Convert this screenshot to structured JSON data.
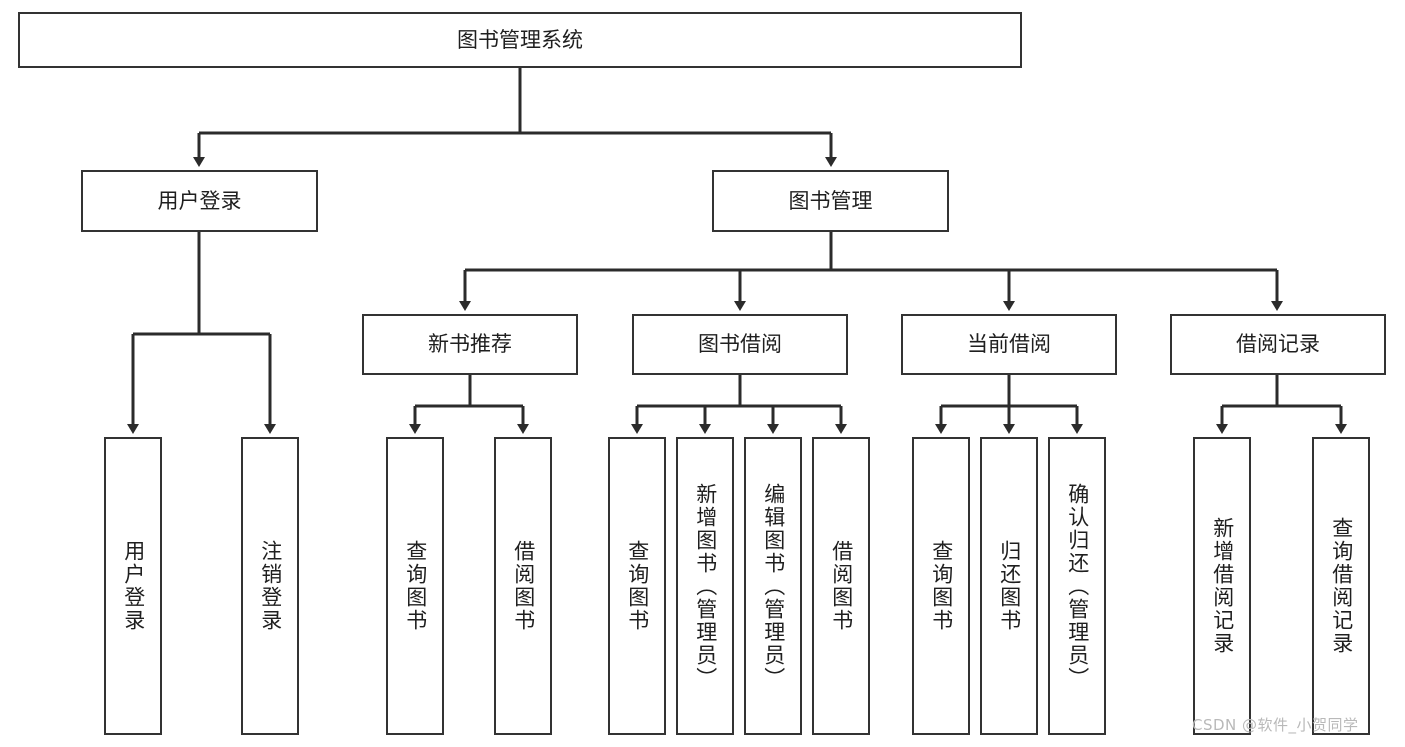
{
  "diagram": {
    "type": "tree",
    "title": "图书管理系统",
    "root": {
      "id": "root",
      "label": "图书管理系统"
    },
    "level2": [
      {
        "id": "user-login",
        "label": "用户登录"
      },
      {
        "id": "book-manage",
        "label": "图书管理"
      }
    ],
    "level3": [
      {
        "id": "new-book-recommend",
        "label": "新书推荐"
      },
      {
        "id": "book-borrow",
        "label": "图书借阅"
      },
      {
        "id": "current-borrow",
        "label": "当前借阅"
      },
      {
        "id": "borrow-record",
        "label": "借阅记录"
      }
    ],
    "leaves": {
      "user_login": [
        {
          "id": "leaf-user-login",
          "label": "用户登录"
        },
        {
          "id": "leaf-logout-login",
          "label": "注销登录"
        }
      ],
      "new_book_recommend": [
        {
          "id": "leaf-query-book-1",
          "label": "查询图书"
        },
        {
          "id": "leaf-borrow-book-1",
          "label": "借阅图书"
        }
      ],
      "book_borrow": [
        {
          "id": "leaf-query-book-2",
          "label": "查询图书"
        },
        {
          "id": "leaf-add-book",
          "label": "新增图书（管理员）"
        },
        {
          "id": "leaf-edit-book",
          "label": "编辑图书（管理员）"
        },
        {
          "id": "leaf-borrow-book-2",
          "label": "借阅图书"
        }
      ],
      "current_borrow": [
        {
          "id": "leaf-query-book-3",
          "label": "查询图书"
        },
        {
          "id": "leaf-return-book",
          "label": "归还图书"
        },
        {
          "id": "leaf-confirm-return",
          "label": "确认归还（管理员）"
        }
      ],
      "borrow_record": [
        {
          "id": "leaf-add-record",
          "label": "新增借阅记录"
        },
        {
          "id": "leaf-query-record",
          "label": "查询借阅记录"
        }
      ]
    },
    "colors": {
      "stroke": "#333333",
      "fill": "#ffffff",
      "text": "#1f1f1f",
      "watermark": "#b9b9b9"
    }
  },
  "watermark": {
    "text": "CSDN @软件_小贺同学"
  }
}
